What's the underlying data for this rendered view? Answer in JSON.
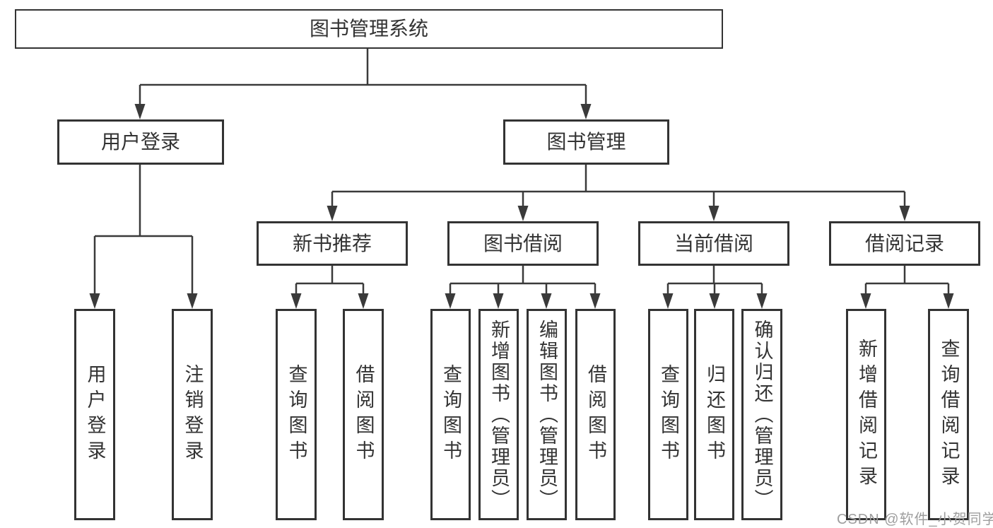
{
  "diagram": {
    "title": "图书管理系统",
    "watermark": "CSDN @软件_小贺同学",
    "colors": {
      "line": "#3a3a3a",
      "box_border": "#333333",
      "text": "#333333",
      "background": "#ffffff",
      "watermark": "#9e9e9e"
    },
    "level2": [
      {
        "label": "用户登录",
        "leaves": [
          "用户登录",
          "注销登录"
        ]
      },
      {
        "label": "图书管理",
        "children": [
          {
            "label": "新书推荐",
            "leaves": [
              "查询图书",
              "借阅图书"
            ]
          },
          {
            "label": "图书借阅",
            "leaves": [
              "查询图书",
              "新增图书（管理员）",
              "编辑图书（管理员）",
              "借阅图书"
            ]
          },
          {
            "label": "当前借阅",
            "leaves": [
              "查询图书",
              "归还图书",
              "确认归还（管理员）"
            ]
          },
          {
            "label": "借阅记录",
            "leaves": [
              "新增借阅记录",
              "查询借阅记录"
            ]
          }
        ]
      }
    ]
  }
}
